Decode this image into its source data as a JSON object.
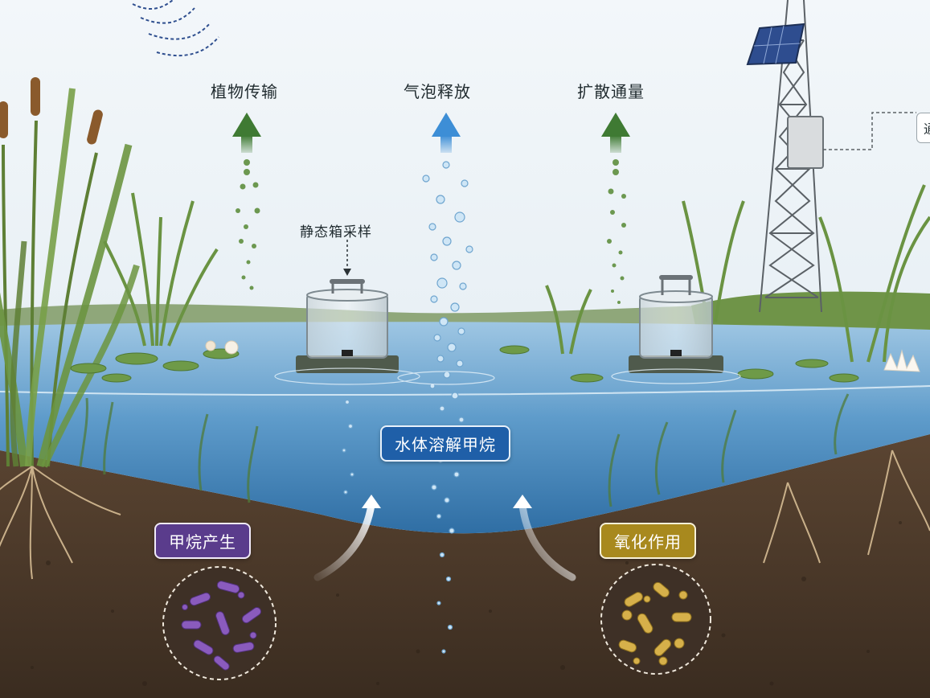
{
  "diagram": {
    "flux_labels": {
      "plant_transport": "植物传输",
      "ebullition": "气泡释放",
      "diffusive_flux": "扩散通量"
    },
    "chamber_label": "静态箱采样",
    "dissolved_methane": "水体溶解甲烷",
    "methane_production": "甲烷产生",
    "oxidation": "氧化作用",
    "tower_note": "通"
  },
  "colors": {
    "sky": "#e9f1f6",
    "water": "#4d8fc0",
    "soil": "#4a3a2c",
    "vegetation": "#5f8a3a",
    "plant_arrow": "#3f7a33",
    "bubble_arrow": "#3d8ed6",
    "dissolved_pill": "#1f5fa8",
    "production_pill": "#5a3c8c",
    "oxidation_pill": "#a8891e",
    "methanogen": "#7b4fa8",
    "methanotroph": "#c9a23a"
  },
  "icons": [
    "static-chamber-icon",
    "flux-tower-icon",
    "solar-panel-icon",
    "wireless-signal-icon",
    "cattail-icon",
    "water-lily-icon",
    "microbe-icon"
  ]
}
